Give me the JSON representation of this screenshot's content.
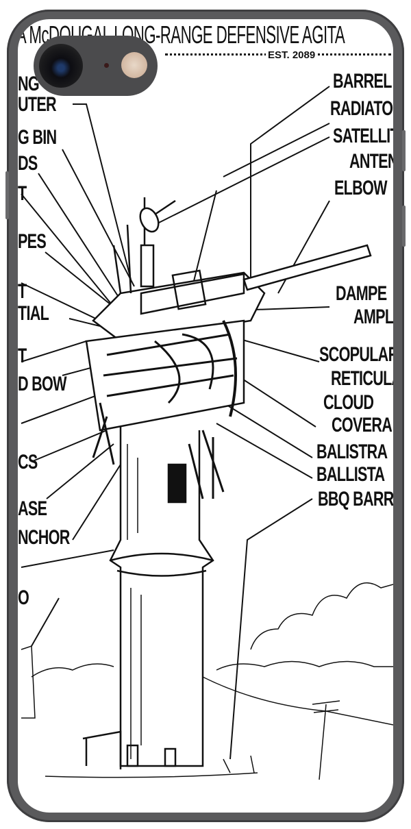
{
  "artwork": {
    "title": "LA McDOUGAL LONG-RANGE DEFENSIVE AGITA",
    "established": "EST. 2089",
    "left_labels": [
      "NG",
      "UTER",
      "G BIN",
      "DS",
      "T",
      "PES",
      "T",
      "TIAL",
      "T",
      "D BOW",
      "CS",
      "ASE",
      "NCHOR",
      "O"
    ],
    "right_labels": [
      "BARREL",
      "RADIATOR",
      "SATELLIT",
      "ANTEN",
      "ELBOW",
      "DAMPE",
      "AMPL",
      "SCOPULAR",
      "RETICULA",
      "CLOUD",
      "COVERA",
      "BALISTRA",
      "BALLISTA",
      "BBQ BARR"
    ]
  },
  "colors": {
    "case": "#5a5a5c",
    "ink": "#111111",
    "background": "#ffffff"
  }
}
